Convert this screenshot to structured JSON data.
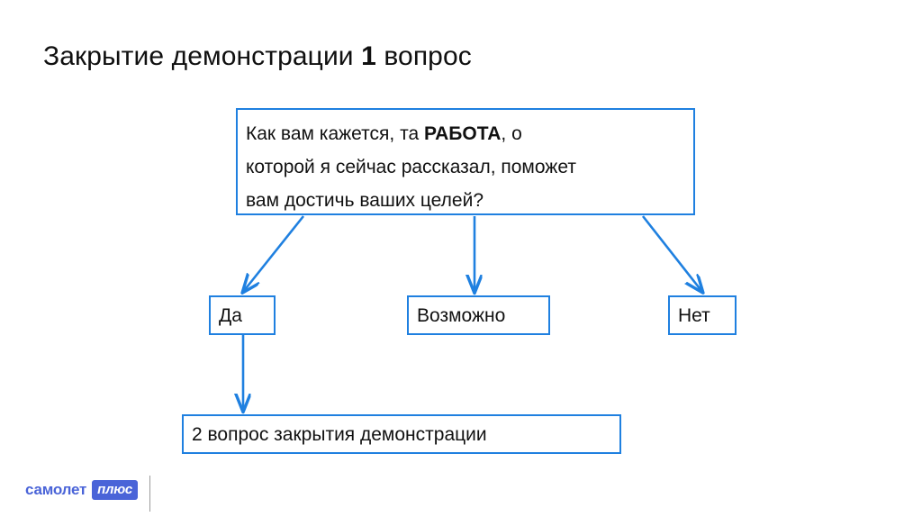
{
  "slide": {
    "title_prefix": "Закрытие демонстрации ",
    "title_emphasis": "1",
    "title_suffix": " вопрос",
    "accent_color": "#1f80e0",
    "text_color": "#111111",
    "background_color": "#ffffff"
  },
  "flowchart": {
    "question": {
      "line1_before": "Как вам кажется, та ",
      "line1_emphasis": "РАБОТА",
      "line1_after": ", о",
      "line2": "которой я сейчас рассказал, поможет",
      "line3": "вам достичь ваших целей?"
    },
    "answers": [
      {
        "label": "Да"
      },
      {
        "label": "Возможно"
      },
      {
        "label": "Нет"
      }
    ],
    "next_step": {
      "label": "2 вопрос закрытия демонстрации"
    },
    "connectors": [
      {
        "name": "question-to-yes",
        "type": "diagonal-left"
      },
      {
        "name": "question-to-maybe",
        "type": "vertical"
      },
      {
        "name": "question-to-no",
        "type": "diagonal-right"
      },
      {
        "name": "yes-to-next-step",
        "type": "vertical"
      }
    ]
  },
  "footer": {
    "logo_word": "самолет",
    "logo_badge": "плюс",
    "logo_color": "#4a64d8"
  }
}
